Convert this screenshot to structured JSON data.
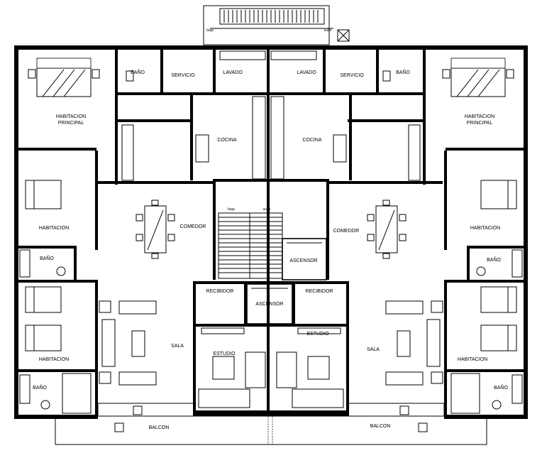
{
  "rooms": {
    "bano_top_left": "BAÑO",
    "servicio_left": "SERVICIO",
    "lavado_left": "LAVADO",
    "lavado_right": "LAVADO",
    "servicio_right": "SERVICIO",
    "bano_top_right": "BAÑO",
    "hab_principal_left": [
      "HABITACION",
      "PRINCIPAL"
    ],
    "hab_principal_right": [
      "HABITACION",
      "PRINCIPAL"
    ],
    "cocina_left": "COCINA",
    "cocina_right": "COCINA",
    "comedor_left": "COMEDOR",
    "comedor_right": "COMEDOR",
    "habitacion_left_1": "HABITACION",
    "habitacion_right_1": "HABITACION",
    "bano_mid_left": "BAÑO",
    "bano_mid_right": "BAÑO",
    "ascensor_1": "ASCENSOR",
    "ascensor_2": "ASCENSOR",
    "recibidor_left": "RECIBIDOR",
    "recibidor_right": "RECIBIDOR",
    "habitacion_left_2": "HABITACION",
    "habitacion_right_2": "HABITACION",
    "sala_left": "SALA",
    "sala_right": "SALA",
    "estudio_left": "ESTUDIO",
    "estudio_right": "ESTUDIO",
    "bano_bottom_left": "BAÑO",
    "bano_bottom_right": "BAÑO",
    "balcon_left": "BALCON",
    "balcon_right": "BALCON"
  },
  "stairs": {
    "top_baja": "baja",
    "top_sube": "sube",
    "main_baja": "baja",
    "main_sube": "sube"
  }
}
